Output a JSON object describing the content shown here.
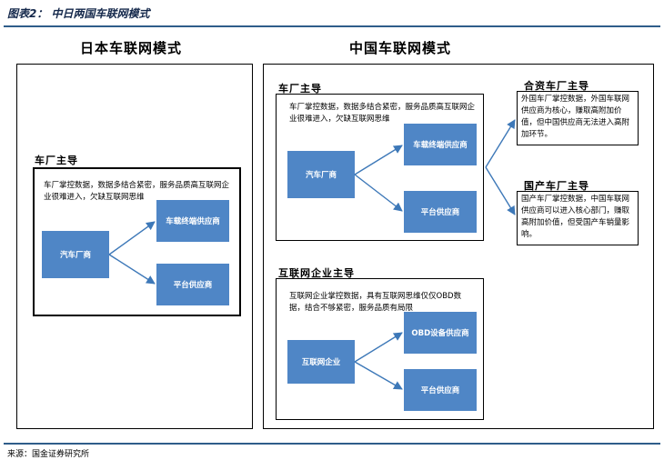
{
  "figure_title": "图表2：  中日两国车联网模式",
  "japan": {
    "heading": "日本车联网模式",
    "group_label": "车厂主导",
    "description": "车厂掌控数据，数据多结合紧密，服务品质高互联网企业很难进入，欠缺互联网思维",
    "source_box": "汽车厂商",
    "target_top": "车载终端供应商",
    "target_bottom": "平台供应商"
  },
  "china": {
    "heading": "中国车联网模式",
    "oem_group": {
      "label": "车厂主导",
      "description": "车厂掌控数据，数据多结合紧密，服务品质高互联网企业很难进入，欠缺互联网思维",
      "source_box": "汽车厂商",
      "target_top": "车载终端供应商",
      "target_bottom": "平台供应商"
    },
    "internet_group": {
      "label": "互联网企业主导",
      "description": "互联网企业掌控数据，具有互联网思维仅仅OBD数据，结合不够紧密，服务品质有局限",
      "source_box": "互联网企业",
      "target_top": "OBD设备供应商",
      "target_bottom": "平台供应商"
    },
    "jv": {
      "label": "合资车厂主导",
      "description": "外国车厂掌控数据，外国车联网供应商为核心，赚取高附加价值，但中国供应商无法进入高附加环节。"
    },
    "domestic": {
      "label": "国产车厂主导",
      "description": "国产车厂掌控数据，中国车联网供应商可以进入核心部门，赚取高附加价值，但受国产车销量影响。"
    }
  },
  "source": "来源：国金证券研究所",
  "colors": {
    "box_fill": "#4f86c6",
    "arrow": "#3d78b8",
    "rule": "#2f5d8a"
  }
}
